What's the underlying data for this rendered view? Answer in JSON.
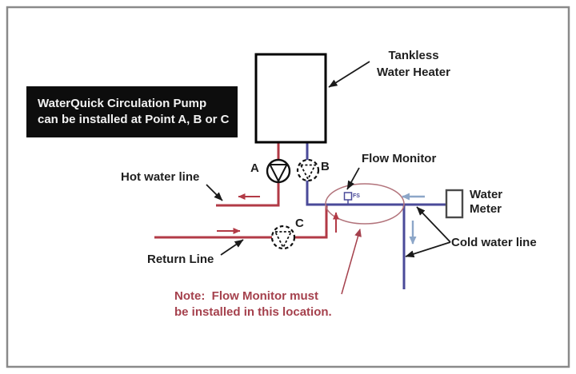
{
  "diagram": {
    "info_box": {
      "line1": "WaterQuick Circulation Pump",
      "line2": "can be installed at Point A, B or C"
    },
    "heater_label": {
      "line1": "Tankless",
      "line2": "Water Heater"
    },
    "labels": {
      "hot_water_line": "Hot water line",
      "return_line": "Return Line",
      "flow_monitor": "Flow Monitor",
      "water_meter_line1": "Water",
      "water_meter_line2": "Meter",
      "cold_water_line": "Cold water line",
      "point_a": "A",
      "point_b": "B",
      "point_c": "C",
      "flow_switch": "FS"
    },
    "note": {
      "line1": "Note:  Flow Monitor must",
      "line2": "be installed in this location."
    },
    "colors": {
      "hot_line": "#b23a46",
      "cold_line": "#4a4a99",
      "flow_arrow_blue": "#8ca6c8",
      "note_red": "#a5414d",
      "ellipse_red": "#b2737b",
      "info_box_bg": "#0d0d0d",
      "info_box_text": "#f2f2f2",
      "frame_gray": "#8a8a8a",
      "line_black": "#1a1a1a"
    }
  }
}
